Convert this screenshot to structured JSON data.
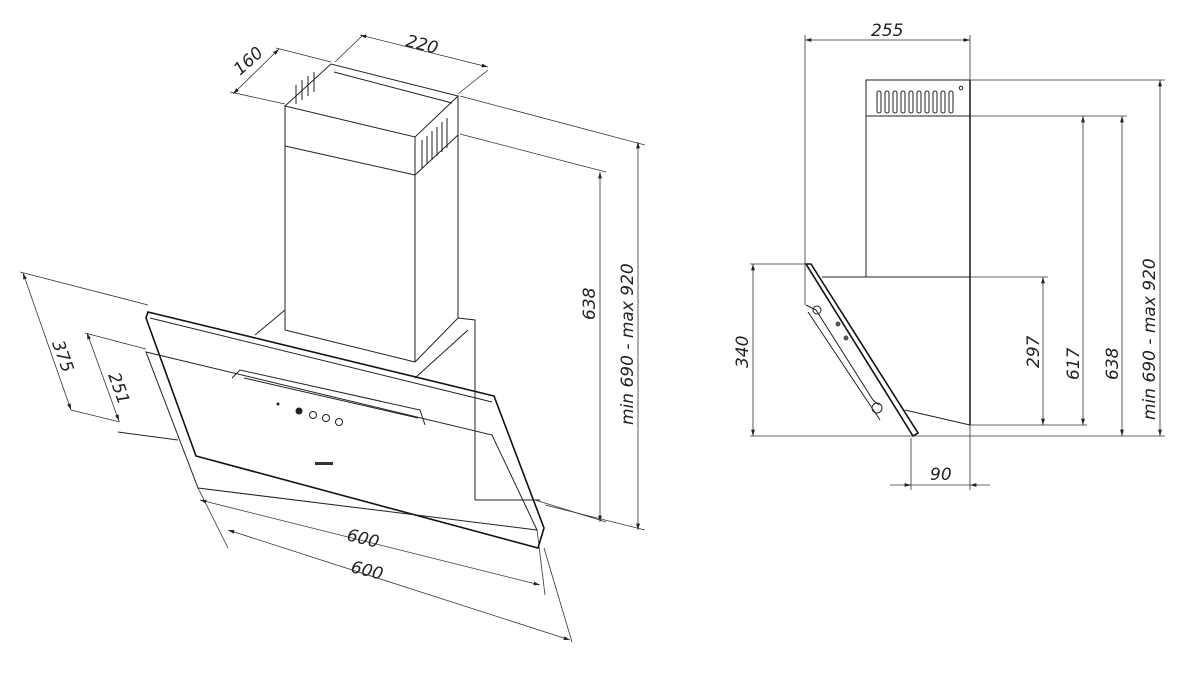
{
  "drawing": {
    "isometric_view": {
      "dimensions": {
        "chimney_width": "220",
        "chimney_depth": "160",
        "chimney_height": "638",
        "total_height": "min 690 - max 920",
        "panel_depth_outer": "375",
        "panel_depth_inner": "251",
        "glass_width": "600",
        "body_width": "600"
      }
    },
    "side_view": {
      "dimensions": {
        "total_depth": "255",
        "panel_height": "340",
        "body_height": "297",
        "chimney_to_body": "617",
        "chimney_height": "638",
        "total_height": "min 690 - max 920",
        "panel_offset": "90"
      }
    }
  }
}
